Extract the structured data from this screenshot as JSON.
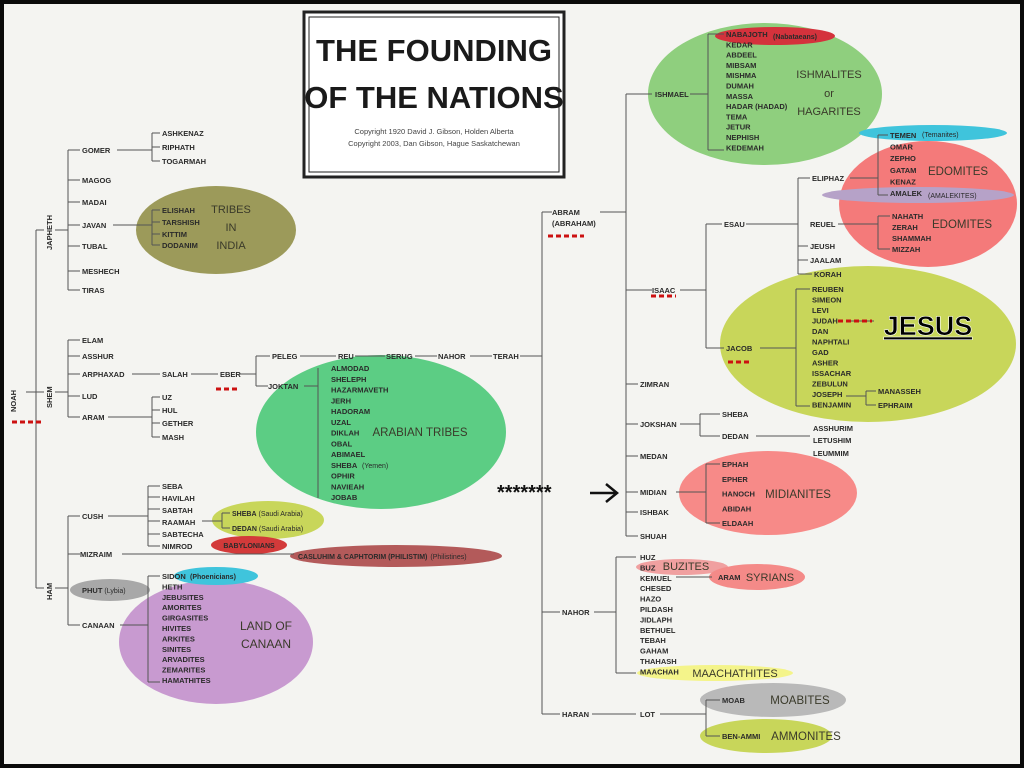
{
  "title": {
    "line1": "THE FOUNDING",
    "line2": "OF THE NATIONS",
    "copy1": "Copyright 1920 David J. Gibson, Holden Alberta",
    "copy2": "Copyright 2003, Dan Gibson, Hague Saskatchewan"
  },
  "root": "NOAH",
  "sons": {
    "japheth": "JAPHETH",
    "shem": "SHEM",
    "ham": "HAM"
  },
  "japheth_children": {
    "gomer": "GOMER",
    "magog": "MAGOG",
    "madai": "MADAI",
    "javan": "JAVAN",
    "tubal": "TUBAL",
    "meshech": "MESHECH",
    "tiras": "TIRAS"
  },
  "gomer_children": [
    "ASHKENAZ",
    "RIPHATH",
    "TOGARMAH"
  ],
  "javan_children": [
    "ELISHAH",
    "TARSHISH",
    "KITTIM",
    "DODANIM"
  ],
  "india_label": [
    "TRIBES",
    "IN",
    "INDIA"
  ],
  "shem_children": {
    "elam": "ELAM",
    "asshur": "ASSHUR",
    "arphaxad": "ARPHAXAD",
    "lud": "LUD",
    "aram": "ARAM"
  },
  "aram_children": [
    "UZ",
    "HUL",
    "GETHER",
    "MASH"
  ],
  "line": {
    "salah": "SALAH",
    "eber": "EBER",
    "peleg": "PELEG",
    "joktan": "JOKTAN",
    "reu": "REU",
    "serug": "SERUG",
    "nahor": "NAHOR",
    "terah": "TERAH"
  },
  "joktan_children": [
    "ALMODAD",
    "SHELEPH",
    "HAZARMAVETH",
    "JERH",
    "HADORAM",
    "UZAL",
    "DIKLAH",
    "OBAL",
    "ABIMAEL",
    "SHEBA",
    "OPHIR",
    "NAVIEAH",
    "JOBAB"
  ],
  "sheba_yemen": "(Yemen)",
  "arabian_label": "ARABIAN TRIBES",
  "ham_children": {
    "cush": "CUSH",
    "mizraim": "MIZRAIM",
    "phut": "PHUT",
    "phut_sub": "(Lybia)",
    "canaan": "CANAAN"
  },
  "cush_children": [
    "SEBA",
    "HAVILAH",
    "SABTAH",
    "RAAMAH",
    "SABTECHA",
    "NIMROD"
  ],
  "raamah_children": [
    {
      "name": "SHEBA",
      "sub": "(Saudi Arabia)"
    },
    {
      "name": "DEDAN",
      "sub": "(Saudi Arabia)"
    }
  ],
  "babylonians": "BABYLONIANS",
  "caslunim": "CASLUHIM & CAPHTORIM (PHILISTIM)",
  "philistines": "(Philistines)",
  "canaan_children": [
    "SIDON",
    "HETH",
    "JEBUSITES",
    "AMORITES",
    "GIRGASITES",
    "HIVITES",
    "ARKITES",
    "SINITES",
    "ARVADITES",
    "ZEMARITES",
    "HAMATHITES"
  ],
  "phoenicians": "(Phoenicians)",
  "canaan_label": [
    "LAND OF",
    "CANAAN"
  ],
  "terah_children": {
    "abram": "ABRAM",
    "abraham": "(ABRAHAM)",
    "nahor": "NAHOR",
    "haran": "HARAN"
  },
  "abram_children": {
    "ishmael": "ISHMAEL",
    "isaac": "ISAAC",
    "zimran": "ZIMRAN",
    "jokshan": "JOKSHAN",
    "medan": "MEDAN",
    "midian": "MIDIAN",
    "ishbak": "ISHBAK",
    "shuah": "SHUAH"
  },
  "ishmael_children": [
    "NABAJOTH",
    "KEDAR",
    "ABDEEL",
    "MIBSAM",
    "MISHMA",
    "DUMAH",
    "MASSA",
    "HADAR (HADAD)",
    "TEMA",
    "JETUR",
    "NEPHISH",
    "KEDEMAH"
  ],
  "nabataeans": "(Nabataeans)",
  "ishmalites_label": [
    "ISHMALITES",
    "or",
    "HAGARITES"
  ],
  "isaac_children": {
    "esau": "ESAU",
    "jacob": "JACOB"
  },
  "esau_children": {
    "eliphaz": "ELIPHAZ",
    "reuel": "REUEL",
    "jeush": "JEUSH",
    "jaalam": "JAALAM",
    "korah": "KORAH"
  },
  "eliphaz_children": [
    "TEMEN",
    "OMAR",
    "ZEPHO",
    "GATAM",
    "KENAZ",
    "AMALEK"
  ],
  "temanites": "(Temanites)",
  "amalekites": "(AMALEKITES)",
  "edomites": "EDOMITES",
  "reuel_children": [
    "NAHATH",
    "ZERAH",
    "SHAMMAH",
    "MIZZAH"
  ],
  "jacob_children": [
    "REUBEN",
    "SIMEON",
    "LEVI",
    "JUDAH",
    "DAN",
    "NAPHTALI",
    "GAD",
    "ASHER",
    "ISSACHAR",
    "ZEBULUN",
    "JOSEPH",
    "BENJAMIN"
  ],
  "joseph_children": [
    "MANASSEH",
    "EPHRAIM"
  ],
  "jesus": "JESUS",
  "jokshan_children": {
    "sheba": "SHEBA",
    "dedan": "DEDAN"
  },
  "dedan_children": [
    "ASSHURIM",
    "LETUSHIM",
    "LEUMMIM"
  ],
  "midian_children": [
    "EPHAH",
    "EPHER",
    "HANOCH",
    "ABIDAH",
    "ELDAAH"
  ],
  "midianites": "MIDIANITES",
  "stars": "*******",
  "nahor_children": [
    "HUZ",
    "BUZ",
    "KEMUEL",
    "CHESED",
    "HAZO",
    "PILDASH",
    "JIDLAPH",
    "BETHUEL",
    "TEBAH",
    "GAHAM",
    "THAHASH",
    "MAACHAH"
  ],
  "buzites": "BUZITES",
  "aram2": "ARAM",
  "syrians": "SYRIANS",
  "maachathites": "MAACHATHITES",
  "lot": "LOT",
  "lot_children": {
    "moab": "MOAB",
    "benammi": "BEN-AMMI"
  },
  "moabites": "MOABITES",
  "ammonites": "AMMONITES",
  "colors": {
    "background": "#f4f4f1",
    "india": "#9c9a5a",
    "arabian": "#5ccd84",
    "canaan": "#c89ad0",
    "ishmael": "#8fcf7e",
    "edom": "#f47a7a",
    "jacob": "#c8d65a",
    "midian": "#f78a88",
    "moab": "#b9b9b9",
    "ammon": "#c8d65a",
    "sheba_saudi": "#c8d65a",
    "babylon": "#d33a3a",
    "philistine": "#b35a5a",
    "phoenician": "#3fc4dc",
    "temanite": "#3fc4dc",
    "amalek": "#b6a2c8",
    "buzite": "#f0a0a0",
    "syrian": "#f48a88",
    "maachath": "#f4f48a",
    "nabat": "#d4323c",
    "phut": "#a8a8a8",
    "marker": "#cc1111"
  }
}
